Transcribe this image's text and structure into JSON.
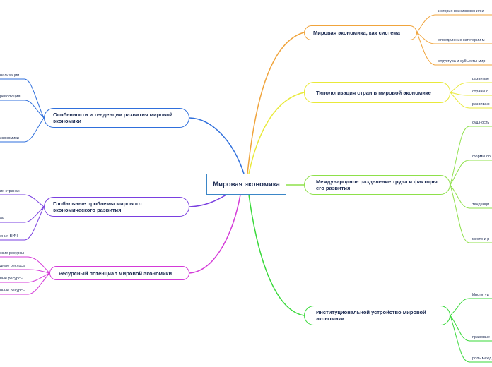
{
  "central": "Мировая экономика",
  "branches": {
    "mirovaya": {
      "label": "Мировая экономика, как система",
      "color": "#f0a43c",
      "leaves": [
        "история возникновения и",
        "определение категории м",
        "структура и субъекты мир"
      ]
    },
    "tipologizaciya": {
      "label": "Типологизация стран в мировой экономике",
      "color": "#e9e93a",
      "leaves": [
        "развитые",
        "страны с",
        "развиваю"
      ]
    },
    "razdelenie": {
      "label": "Международное разделение труда и факторы его развития",
      "color": "#8ee04a",
      "leaves": [
        "сущность",
        "формы со",
        "тенденци",
        "место и р"
      ]
    },
    "institucionalnoe": {
      "label": "Институциональной устройство мировой экономики",
      "color": "#39d93a",
      "leaves": [
        "Институц",
        "правовые",
        "роль межд"
      ]
    },
    "osobennosti": {
      "label": "Особенности и тенденции развития мировой экономики",
      "color": "#2f6fdc",
      "leaves": [
        "нализации",
        "революция",
        "экономики"
      ]
    },
    "globalnye": {
      "label": "Глобальные проблемы мирового экономического развития",
      "color": "#7a3fe0",
      "leaves": [
        "их странах",
        "ой",
        "ения ВИЧ"
      ]
    },
    "resursnyi": {
      "label": "Ресурсный потенциал мировой экономики",
      "color": "#d43ad8",
      "leaves": [
        "ские ресурсы",
        "дные ресурсы",
        "вые ресурсы",
        "нные ресурсы"
      ]
    }
  }
}
